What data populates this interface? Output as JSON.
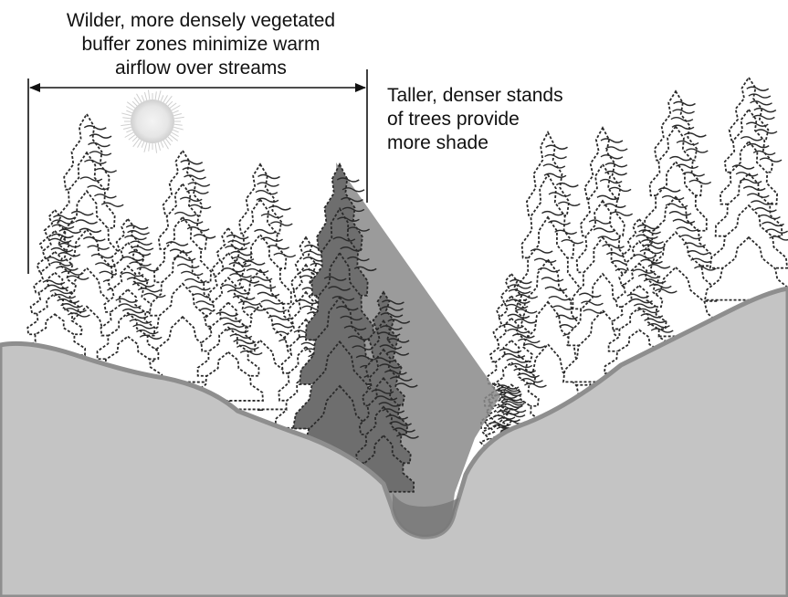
{
  "annotations": {
    "buffer_zone": {
      "lines": [
        "Wilder, more densely vegetated",
        "buffer zones minimize warm",
        "airflow over streams"
      ]
    },
    "shade": {
      "lines": [
        "Taller, denser stands",
        "of trees provide",
        "more shade"
      ]
    }
  },
  "colors": {
    "ground_fill": "#c4c4c4",
    "ground_edge": "#8e8e8e",
    "shade_wedge": "#8a8a8a",
    "stream_channel": "#777777",
    "tree_dark": "#2a2a2a",
    "tree_light": "#ffffff",
    "sun": "#d8d8d8"
  },
  "icons": {
    "sun": "sun-icon",
    "arrow": "double-headed-arrow-icon"
  }
}
